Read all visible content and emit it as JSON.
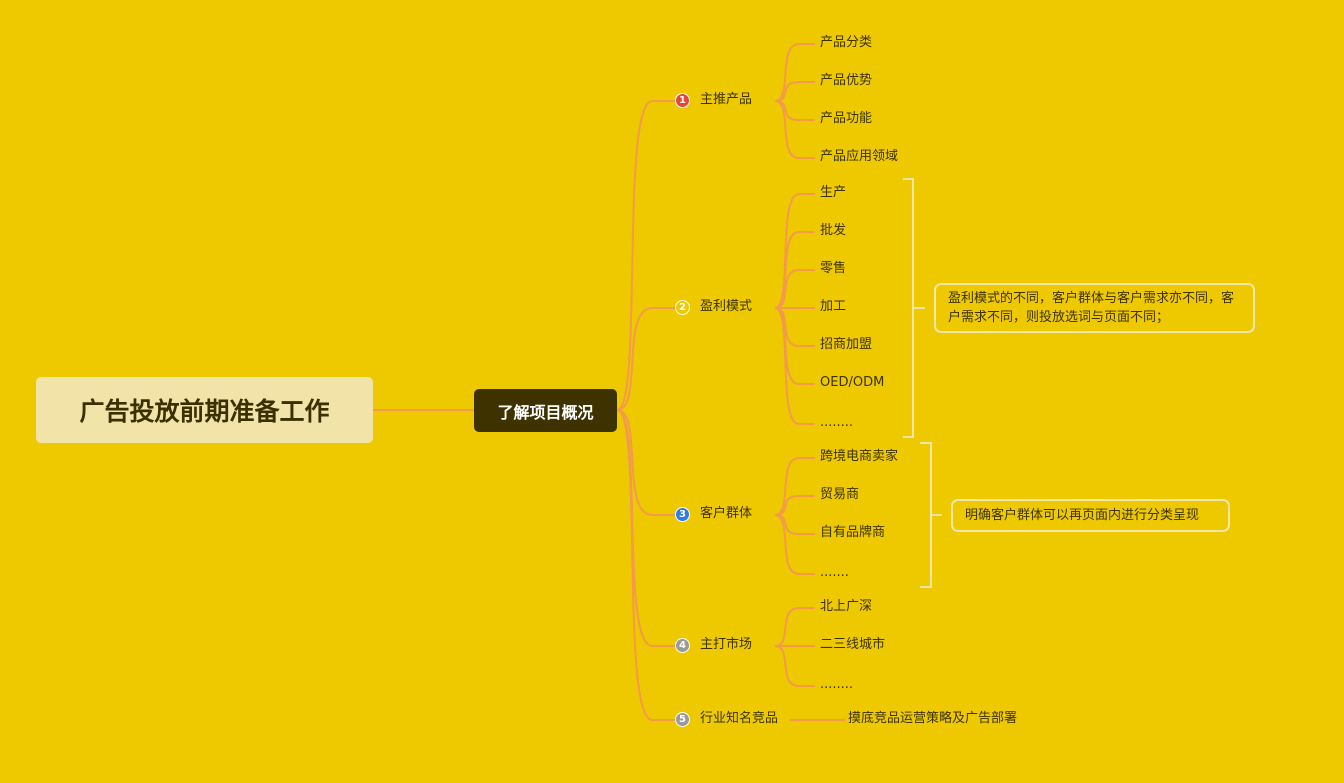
{
  "root": "广告投放前期准备工作",
  "center": "了解项目概况",
  "colors": {
    "background": "#eec900",
    "line": "#f39a4c",
    "badges": [
      "#e8443a",
      "#eec900",
      "#2f7be6",
      "#9a9a9a",
      "#9a9a9a"
    ]
  },
  "branches": [
    {
      "num": "1",
      "label": "主推产品",
      "children": [
        "产品分类",
        "产品优势",
        "产品功能",
        "产品应用领域"
      ]
    },
    {
      "num": "2",
      "label": "盈利模式",
      "children": [
        "生产",
        "批发",
        "零售",
        "加工",
        "招商加盟",
        "OED/ODM",
        "........"
      ],
      "note": "盈利模式的不同，客户群体与客户需求亦不同，客户需求不同，则投放选词与页面不同；"
    },
    {
      "num": "3",
      "label": "客户群体",
      "children": [
        "跨境电商卖家",
        "贸易商",
        "自有品牌商",
        "......."
      ],
      "note": "明确客户群体可以再页面内进行分类呈现"
    },
    {
      "num": "4",
      "label": "主打市场",
      "children": [
        "北上广深",
        "二三线城市",
        "........"
      ]
    },
    {
      "num": "5",
      "label": "行业知名竞品",
      "children": [
        "摸底竞品运营策略及广告部署"
      ]
    }
  ]
}
